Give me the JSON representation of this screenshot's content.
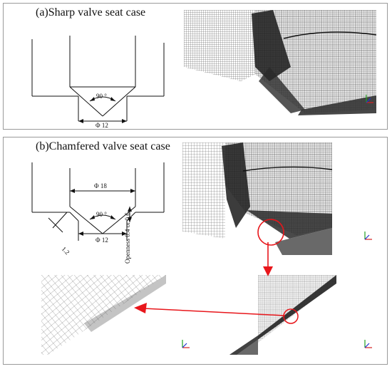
{
  "panel_a": {
    "title": "(a)Sharp valve seat case",
    "angle_label": "90 °",
    "diameter_label": "Φ 12"
  },
  "panel_b": {
    "title": "(b)Chamfered valve seat case",
    "top_diameter_label": "Φ 18",
    "angle_label": "90 °",
    "bottom_diameter_label": "Φ 12",
    "chamfer_label": "1.2",
    "opening_label": "Openness 0.4 or 0.6"
  },
  "colors": {
    "frame": "#9a9a9a",
    "line": "#111111",
    "mesh_dark": "#1a1a1a",
    "mesh_light": "#7a7a7a",
    "highlight": "#e8161b",
    "axis_x": "#d42020",
    "axis_y": "#20a020",
    "axis_z": "#2030d0"
  },
  "icons": [
    "axis-triad-icon",
    "zoom-arrow-icon",
    "zoom-circle-icon"
  ]
}
